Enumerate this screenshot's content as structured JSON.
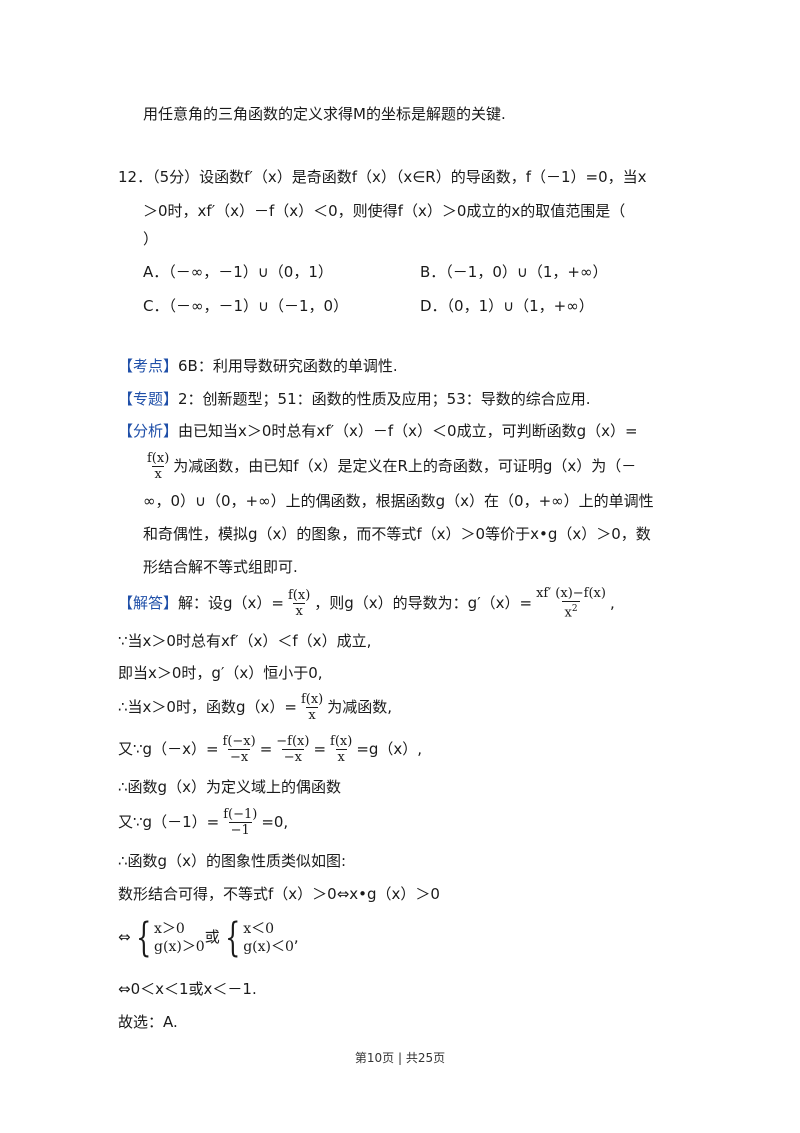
{
  "intro": "用任意角的三角函数的定义求得M的坐标是解题的关键.",
  "question": {
    "line1": "12．（5分）设函数f′（x）是奇函数f（x）（x∈R）的导函数，f（－1）=0，当x",
    "line2": "＞0时，xf′（x）－f（x）＜0，则使得f（x）＞0成立的x的取值范围是（",
    "line3": "）",
    "options": {
      "a": "A．（－∞，－1）∪（0，1）",
      "b": "B．（－1，0）∪（1，+∞）",
      "c": "C．（－∞，－1）∪（－1，0）",
      "d": "D．（0，1）∪（1，+∞）"
    }
  },
  "kaodian": {
    "tag": "【考点】",
    "text": "6B：利用导数研究函数的单调性."
  },
  "zhuanti": {
    "tag": "【专题】",
    "text": "2：创新题型；51：函数的性质及应用；53：导数的综合应用."
  },
  "fenxi": {
    "tag": "【分析】",
    "l1": "由已知当x＞0时总有xf′（x）－f（x）＜0成立，可判断函数g（x）=",
    "l2_frac_num": "f(x)",
    "l2_frac_den": "x",
    "l2": "为减函数，由已知f（x）是定义在R上的奇函数，可证明g（x）为（－",
    "l3": "∞，0）∪（0，+∞）上的偶函数，根据函数g（x）在（0，+∞）上的单调性",
    "l4": "和奇偶性，模拟g（x）的图象，而不等式f（x）＞0等价于x•g（x）＞0，数",
    "l5": "形结合解不等式组即可."
  },
  "jieda": {
    "tag": "【解答】",
    "l1_a": "解：设g（x）=",
    "f1_num": "f(x)",
    "f1_den": "x",
    "l1_b": "，则g（x）的导数为：g′（x）=",
    "f2_num": "xf′ (x)−f(x)",
    "f2_den": "x",
    "f2_den_sup": "2",
    "l1_c": ",",
    "l2": "∵当x＞0时总有xf′（x）＜f（x）成立,",
    "l3": "即当x＞0时，g′（x）恒小于0,",
    "l4_a": "∴当x＞0时，函数g（x）=",
    "f3_num": "f(x)",
    "f3_den": "x",
    "l4_b": "为减函数,",
    "l5_a": "又∵g（－x）=",
    "f4_num": "f(−x)",
    "f4_den": "−x",
    "l5_eq1": "=",
    "f5_num": "−f(x)",
    "f5_den": "−x",
    "l5_eq2": "=",
    "f6_num": "f(x)",
    "f6_den": "x",
    "l5_b": "=g（x）,",
    "l6": "∴函数g（x）为定义域上的偶函数",
    "l7_a": "又∵g（－1）=",
    "f7_num": "f(−1)",
    "f7_den": "−1",
    "l7_b": "=0,",
    "l8": "∴函数g（x）的图象性质类似如图:",
    "l9": "数形结合可得，不等式f（x）＞0⇔x•g（x）＞0",
    "l10_a": "⇔",
    "sys1_r1": "x＞0",
    "sys1_r2": "g(x)＞0",
    "l10_or": "或",
    "sys2_r1": "x＜0",
    "sys2_r2": "g(x)＜0",
    "l10_b": ",",
    "l11": "⇔0＜x＜1或x＜－1.",
    "l12": "故选：A."
  },
  "footer": "第10页 | 共25页",
  "colors": {
    "tag": "#1f4fa8",
    "text": "#1a1a1a"
  }
}
